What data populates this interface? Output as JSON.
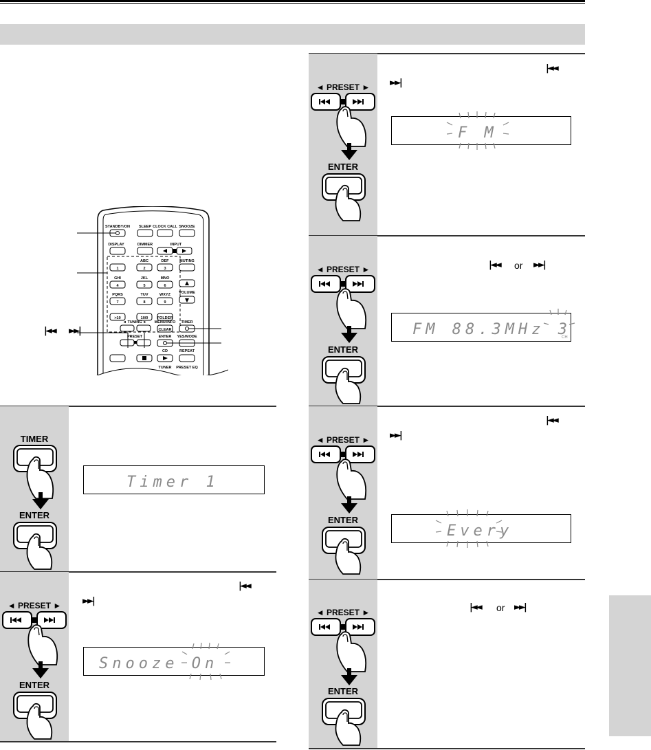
{
  "page": {
    "colors": {
      "panel_gray": "#d4d4d4",
      "lcd_text": "#8a8a8a",
      "ink": "#000000"
    }
  },
  "buttons": {
    "preset_label": "◄ PRESET ►",
    "enter_label": "ENTER",
    "timer_label": "TIMER",
    "prev_icon": "skip-back-icon",
    "next_icon": "skip-forward-icon"
  },
  "glyphs": {
    "prev": "|◄◄",
    "next": "►►|",
    "or": "or"
  },
  "displays": {
    "timer": "Timer 1",
    "snooze": "Snooze On",
    "source": "F M",
    "preset": "FM 88.3MHz 3",
    "preset_ch": "CH",
    "every": "Every"
  },
  "remote": {
    "row1": [
      "STANDBY/ON",
      "SLEEP",
      "CLOCK CALL",
      "SNOOZE"
    ],
    "row2": [
      "DISPLAY",
      "DIMMER",
      "INPUT"
    ],
    "keypad": [
      {
        "top": "",
        "key": "1"
      },
      {
        "top": "ABC",
        "key": "2"
      },
      {
        "top": "DEF",
        "key": "3"
      },
      {
        "top": "GHI",
        "key": "4"
      },
      {
        "top": "JKL",
        "key": "5"
      },
      {
        "top": "MNO",
        "key": "6"
      },
      {
        "top": "PQRS",
        "key": "7"
      },
      {
        "top": "TUV",
        "key": "8"
      },
      {
        "top": "WXYZ",
        "key": "9"
      }
    ],
    "muting": "MUTING",
    "volume": "VOLUME",
    "gt10": ">10",
    "ten0": "10/0",
    "folder": "FOLDER",
    "tuning": "◄ TUNING ►",
    "menu": "MENU/INFO",
    "clear": "CLEAR",
    "timer": "TIMER",
    "preset": "PRESET",
    "enter": "ENTER",
    "yes_mode": "YES/MODE",
    "cd": "CD",
    "repeat": "REPEAT",
    "tuner": "TUNER",
    "preset_eq": "PRESET EQ"
  }
}
